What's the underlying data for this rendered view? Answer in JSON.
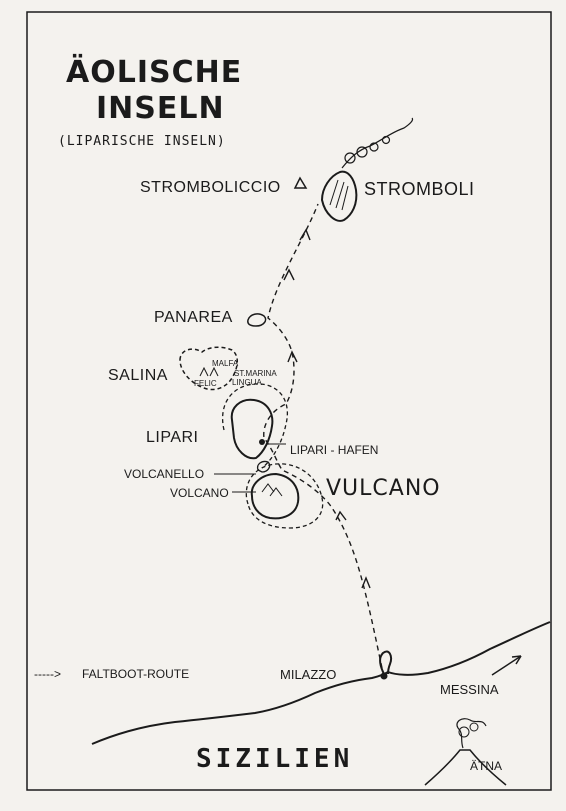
{
  "title_line1": "ÄOLISCHE",
  "title_line2": "INSELN",
  "subtitle": "(LIPARISCHE INSELN)",
  "places": {
    "strombolicchio": "STROMBOLICCIO",
    "stromboli": "STROMBOLI",
    "panarea": "PANAREA",
    "salina": "SALINA",
    "malfa": "MALFA",
    "st_marina": "ST.MARINA",
    "felicudi": "FELIC",
    "lingua": "LINGUA",
    "lipari": "LIPARI",
    "lipari_hafen": "LIPARI - HAFEN",
    "volcanello": "VOLCANELLO",
    "volcano": "VOLCANO",
    "vulcano": "VULCANO",
    "milazzo": "MILAZZO",
    "messina": "MESSINA",
    "sizilien": "SIZILIEN",
    "aetna": "ÄTNA"
  },
  "legend": {
    "arrow": "----->",
    "route_label": "FALTBOOT-ROUTE"
  },
  "colors": {
    "ink": "#1b1b1b",
    "paper": "#f4f2ee"
  }
}
